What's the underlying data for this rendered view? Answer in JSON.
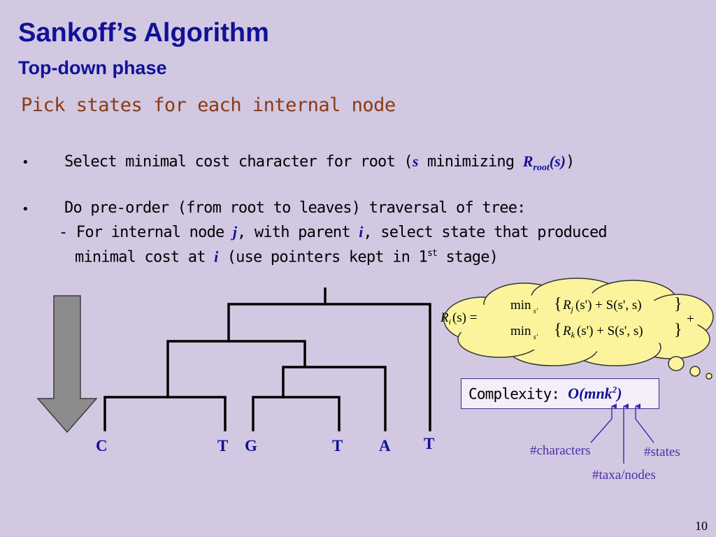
{
  "slide": {
    "title": "Sankoff’s Algorithm",
    "subtitle": "Top-down phase",
    "heading": "Pick states for each internal node",
    "bullets": [
      {
        "marker": "•",
        "text_before": "Select minimal cost character for root (",
        "math_s": "s",
        "text_mid": " minimizing ",
        "math_R": "R",
        "math_root": "root",
        "math_arg": "(s)",
        "text_after": ")"
      },
      {
        "marker": "•",
        "line1": "Do pre-order (from root to leaves) traversal of tree:",
        "line2_a": "- For internal node ",
        "line2_j": "j",
        "line2_b": ", with parent ",
        "line2_i": "i",
        "line2_c": ", select state that produced",
        "line3_a": "minimal cost at ",
        "line3_i": "i",
        "line3_b": " (use pointers kept in 1",
        "line3_sup": "st",
        "line3_c": " stage)"
      }
    ],
    "tree_leaves": [
      "C",
      "T",
      "G",
      "T",
      "A",
      "T"
    ],
    "formula": {
      "lhs": "R",
      "lhs_sub": "i",
      "lhs_arg": "(s) =",
      "min": "min",
      "min_sub": "s'",
      "term1": "R",
      "term1_sub": "j",
      "term1_rest": "(s') + S(s', s)",
      "term2": "R",
      "term2_sub": "k",
      "term2_rest": "(s') + S(s', s)",
      "plus": "+"
    },
    "complexity": {
      "label": "Complexity: ",
      "math": "O(mnk",
      "sup": "2",
      "close": ")"
    },
    "annotations": {
      "characters": "#characters",
      "states": "#states",
      "taxa": "#taxa/nodes"
    },
    "page_number": "10",
    "colors": {
      "background": "#d2c8e2",
      "title": "#111197",
      "heading": "#8a3a14",
      "cloud": "#fbf49c",
      "arrow": "#8c8c8c",
      "annotation": "#4a2ea8"
    }
  }
}
